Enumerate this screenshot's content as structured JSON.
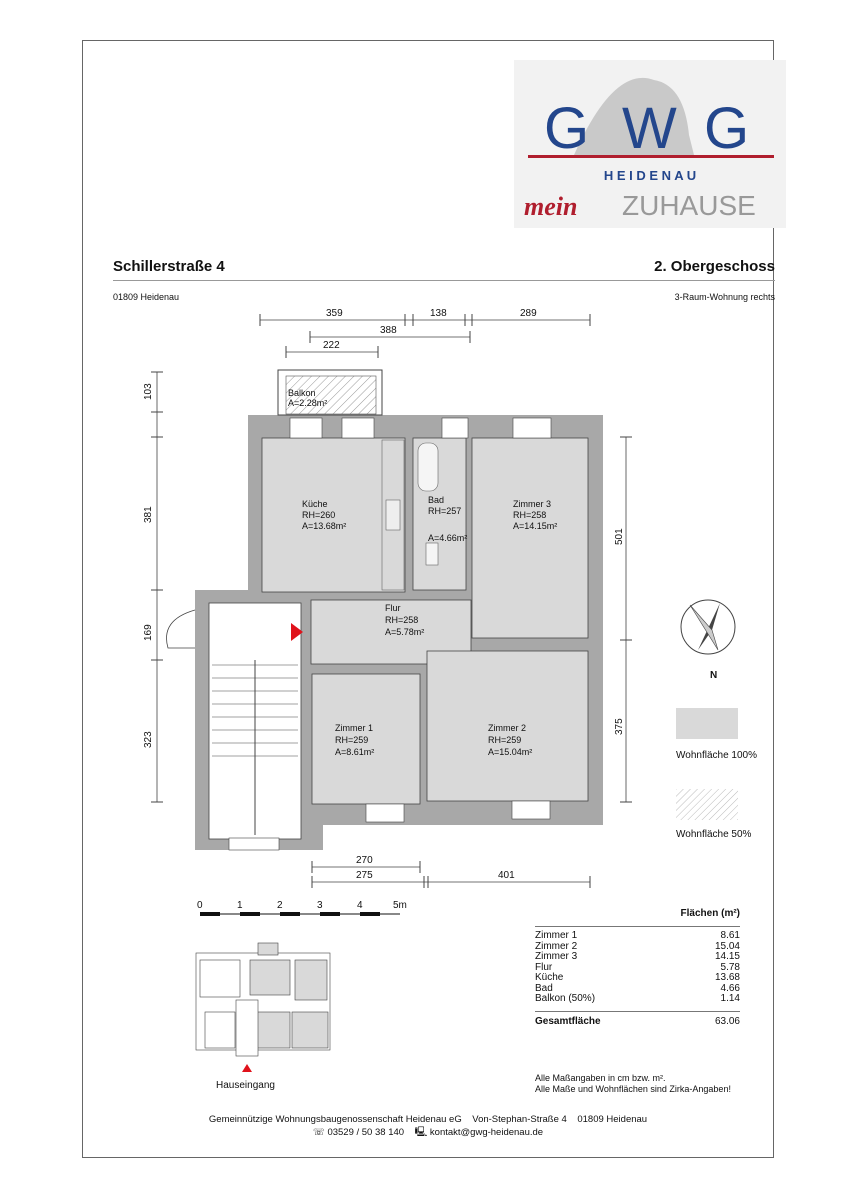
{
  "header": {
    "address": "Schillerstraße 4",
    "city": "01809 Heidenau",
    "floor": "2. Obergeschoss",
    "unit": "3-Raum-Wohnung rechts"
  },
  "logo": {
    "g1": "G",
    "w": "W",
    "g2": "G",
    "heidenau": "H E I D E N A U",
    "mein": "mein",
    "zuhause": "ZUHAUSE"
  },
  "rooms": {
    "balkon": {
      "name": "Balkon",
      "area": "A=2.28m²"
    },
    "kueche": {
      "name": "Küche",
      "rh": "RH=260",
      "area": "A=13.68m²"
    },
    "bad": {
      "name": "Bad",
      "rh": "RH=257",
      "area": "A=4.66m²"
    },
    "zimmer3": {
      "name": "Zimmer 3",
      "rh": "RH=258",
      "area": "A=14.15m²"
    },
    "flur": {
      "name": "Flur",
      "rh": "RH=258",
      "area": "A=5.78m²"
    },
    "zimmer1": {
      "name": "Zimmer 1",
      "rh": "RH=259",
      "area": "A=8.61m²"
    },
    "zimmer2": {
      "name": "Zimmer 2",
      "rh": "RH=259",
      "area": "A=15.04m²"
    }
  },
  "dimensions": {
    "top_a": "359",
    "top_b": "138",
    "top_c": "289",
    "top_d": "388",
    "top_e": "222",
    "left_a": "103",
    "left_b": "381",
    "left_c": "169",
    "left_d": "323",
    "right_a": "501",
    "right_b": "375",
    "bottom_a": "270",
    "bottom_b": "275",
    "bottom_c": "401"
  },
  "scale": {
    "labels": [
      "0",
      "1",
      "2",
      "3",
      "4",
      "5m"
    ]
  },
  "legend": {
    "full": "Wohnfläche 100%",
    "half": "Wohnfläche 50%",
    "compass": "N"
  },
  "areas": {
    "title": "Flächen (m²)",
    "rows": [
      {
        "name": "Zimmer 1",
        "value": "8.61"
      },
      {
        "name": "Zimmer 2",
        "value": "15.04"
      },
      {
        "name": "Zimmer 3",
        "value": "14.15"
      },
      {
        "name": "Flur",
        "value": "5.78"
      },
      {
        "name": "Küche",
        "value": "13.68"
      },
      {
        "name": "Bad",
        "value": "4.66"
      },
      {
        "name": "Balkon (50%)",
        "value": "1.14"
      }
    ],
    "total_label": "Gesamtfläche",
    "total_value": "63.06"
  },
  "notes": {
    "line1": "Alle Maßangaben in cm bzw. m².",
    "line2": "Alle Maße und Wohnflächen sind Zirka-Angaben!"
  },
  "minimap": {
    "label": "Hauseingang"
  },
  "footer": {
    "line1": "Gemeinnützige Wohnungsbaugenossenschaft Heidenau eG    Von-Stephan-Straße 4    01809 Heidenau",
    "line2": "☏ 03529 / 50 38 140    🖳 kontakt@gwg-heidenau.de"
  },
  "colors": {
    "room_fill": "#d9d9d9",
    "wall": "#a8a8a8",
    "logo_blue": "#23468c",
    "logo_red": "#b01e2e",
    "entry_red": "#e0121b"
  }
}
